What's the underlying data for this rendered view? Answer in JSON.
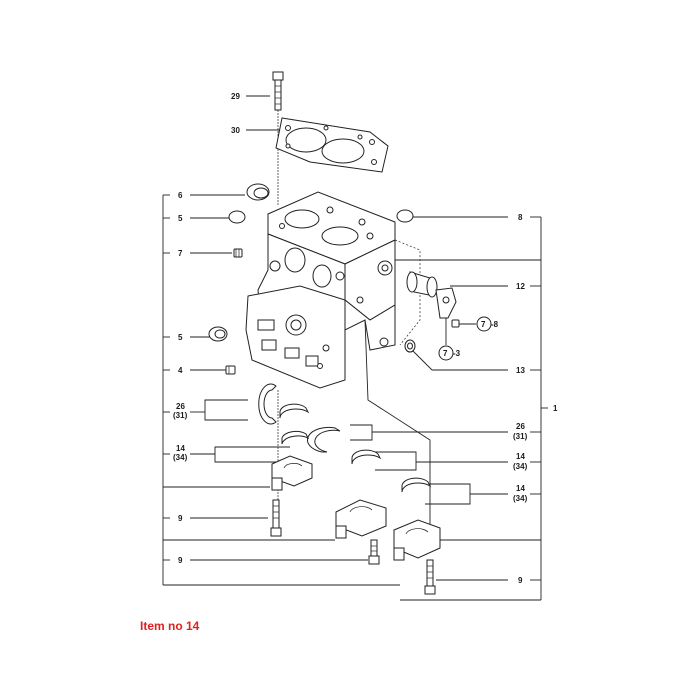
{
  "caption": "Item no 14",
  "colors": {
    "caption": "#e02020",
    "lines": "#222222"
  },
  "callouts": {
    "c29": "29",
    "c30": "30",
    "c6": "6",
    "c5a": "5",
    "c7a": "7",
    "c5b": "5",
    "c4": "4",
    "c26a": "26",
    "c31a": "(31)",
    "c14a": "14",
    "c34a": "(34)",
    "c9a": "9",
    "c9b": "9",
    "c8": "8",
    "c12": "12",
    "c7_8": "7",
    "c7_8_suffix": "-8",
    "c7_3": "7",
    "c7_3_suffix": "-3",
    "c13": "13",
    "c1": "1",
    "c26b": "26",
    "c31b": "(31)",
    "c14b": "14",
    "c34b": "(34)",
    "c14c": "14",
    "c34c": "(34)",
    "c9c": "9"
  }
}
